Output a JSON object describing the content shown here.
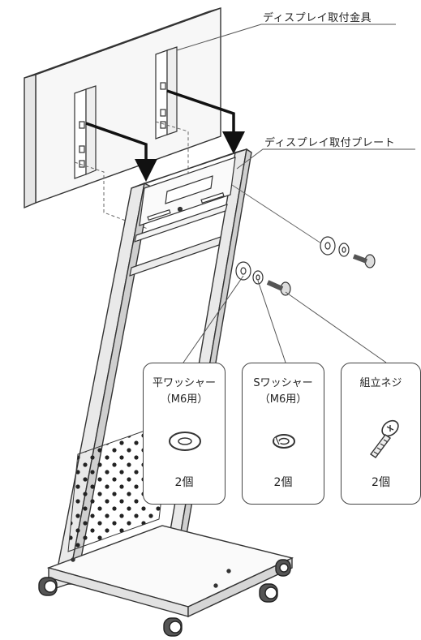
{
  "labels": {
    "bracket": "ディスプレイ取付金具",
    "plate": "ディスプレイ取付プレート"
  },
  "parts": [
    {
      "name": "平ワッシャー",
      "spec": "（M6用）",
      "qty": "2個",
      "icon": "flat-washer-icon"
    },
    {
      "name": "Sワッシャー",
      "spec": "（M6用）",
      "qty": "2個",
      "icon": "spring-washer-icon"
    },
    {
      "name": "組立ネジ",
      "spec": "",
      "qty": "2個",
      "icon": "screw-icon"
    }
  ],
  "colors": {
    "line": "#333333",
    "leader": "#555555",
    "arrow": "#111111"
  }
}
